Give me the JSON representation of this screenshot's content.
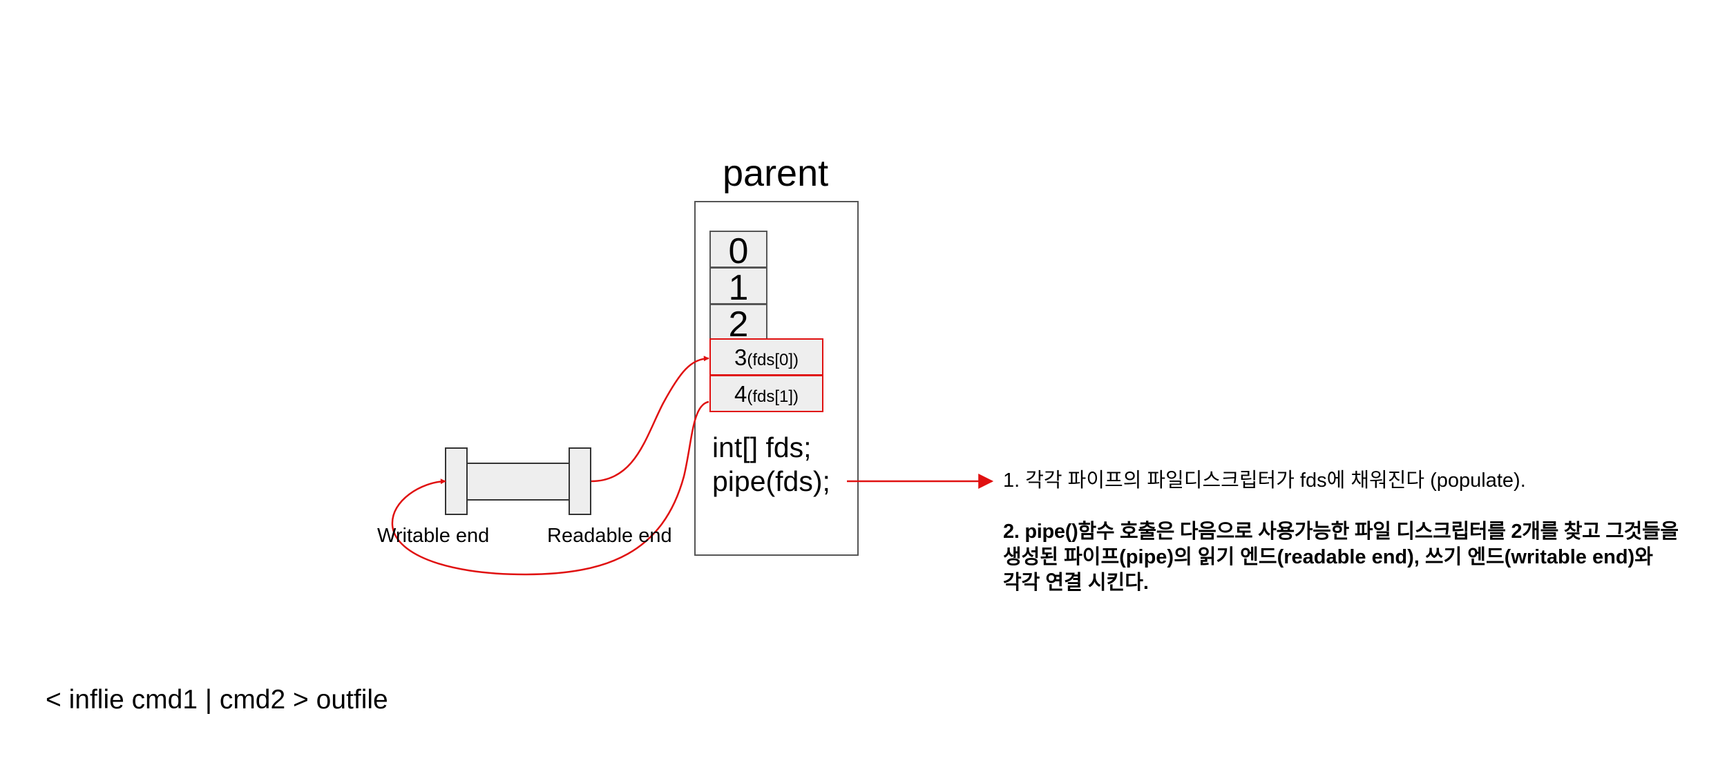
{
  "parent": {
    "title": "parent",
    "fd_slots": [
      "0",
      "1",
      "2"
    ],
    "pipe_fds": [
      {
        "num": "3",
        "label": "(fds[0])"
      },
      {
        "num": "4",
        "label": "(fds[1])"
      }
    ],
    "code_lines": [
      "int[] fds;",
      "pipe(fds);"
    ]
  },
  "pipe": {
    "writable_label": "Writable end",
    "readable_label": "Readable end"
  },
  "notes": {
    "line1": "1. 각각 파이프의 파일디스크립터가 fds에 채워진다 (populate).",
    "line2a": "2. pipe()함수 호출은 다음으로 사용가능한 파일 디스크립터를 2개를 찾고 그것들을",
    "line2b": "생성된 파이프(pipe)의 읽기 엔드(readable end), 쓰기 엔드(writable end)와",
    "line2c": "각각 연결 시킨다."
  },
  "command": "< inflie cmd1 | cmd2 > outfile",
  "colors": {
    "arrow": "#e01010",
    "box_border": "#555555",
    "cell_fill": "#eeeeee"
  }
}
